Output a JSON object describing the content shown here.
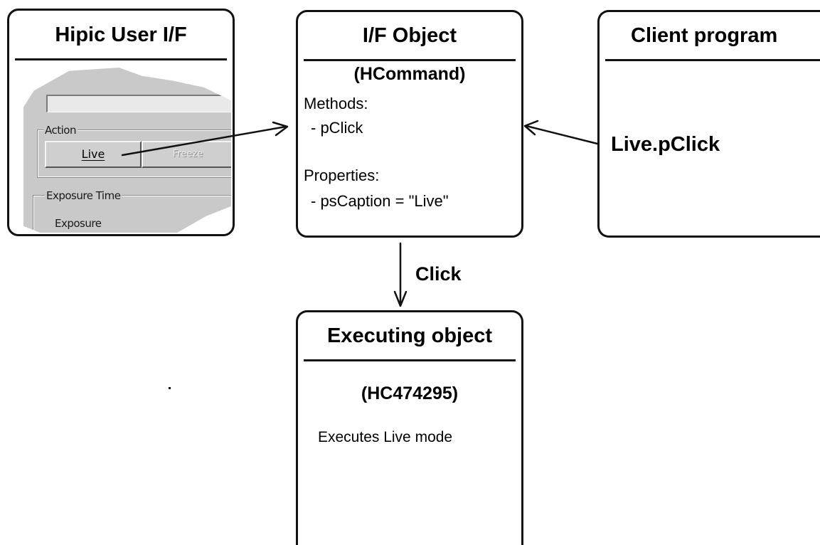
{
  "hipic_box": {
    "title": "Hipic User I/F",
    "panel": {
      "action_group": "Action",
      "live_button": "Live",
      "disabled_button": "Freeze",
      "exposure_group": "Exposure Time",
      "exposure_label": "Exposure"
    }
  },
  "if_box": {
    "title": "I/F Object",
    "subtitle": "(HCommand)",
    "methods_label": "Methods:",
    "method_item": "- pClick",
    "properties_label": "Properties:",
    "property_item": "- psCaption = \"Live\""
  },
  "client_box": {
    "title": "Client program",
    "call_text": "Live.pClick"
  },
  "exec_box": {
    "title": "Executing object",
    "subtitle": "(HC474295)",
    "description": "Executes Live mode"
  },
  "click_label": "Click",
  "colors": {
    "stroke": "#111111",
    "panel": "#c9c9c9"
  }
}
